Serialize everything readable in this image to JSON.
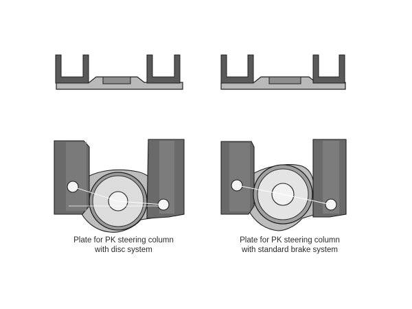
{
  "captions": {
    "left": {
      "line1": "Plate for PK steering column",
      "line2": "with disc system"
    },
    "right": {
      "line1": "Plate for PK steering column",
      "line2": "with standard brake system"
    }
  },
  "colors": {
    "outline": "#1e1e1e",
    "dark_metal": "#555555",
    "light_metal": "#c9c9c9",
    "disc_fill": "#e3e3e3",
    "background": "#ffffff"
  }
}
